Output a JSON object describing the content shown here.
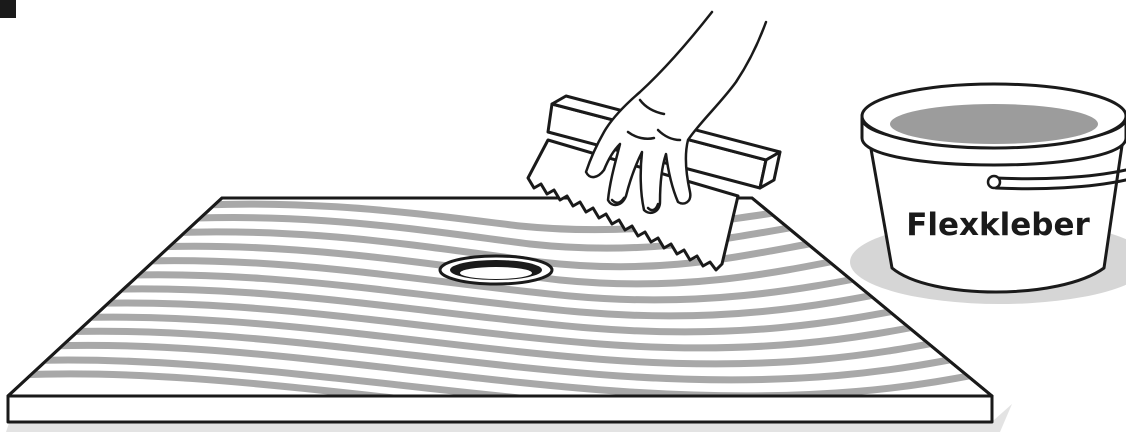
{
  "bucket": {
    "label": "Flexkleber"
  },
  "colors": {
    "outline": "#1a1a1a",
    "adhesive_ridges": "#a8a8a8",
    "bucket_shadow": "#d6d6d6",
    "board_shadow": "#e3e3e3",
    "bucket_content": "#9c9c9c",
    "background": "#ffffff"
  },
  "icons": [
    "notched-trowel",
    "hand",
    "bucket",
    "drain-hole"
  ]
}
